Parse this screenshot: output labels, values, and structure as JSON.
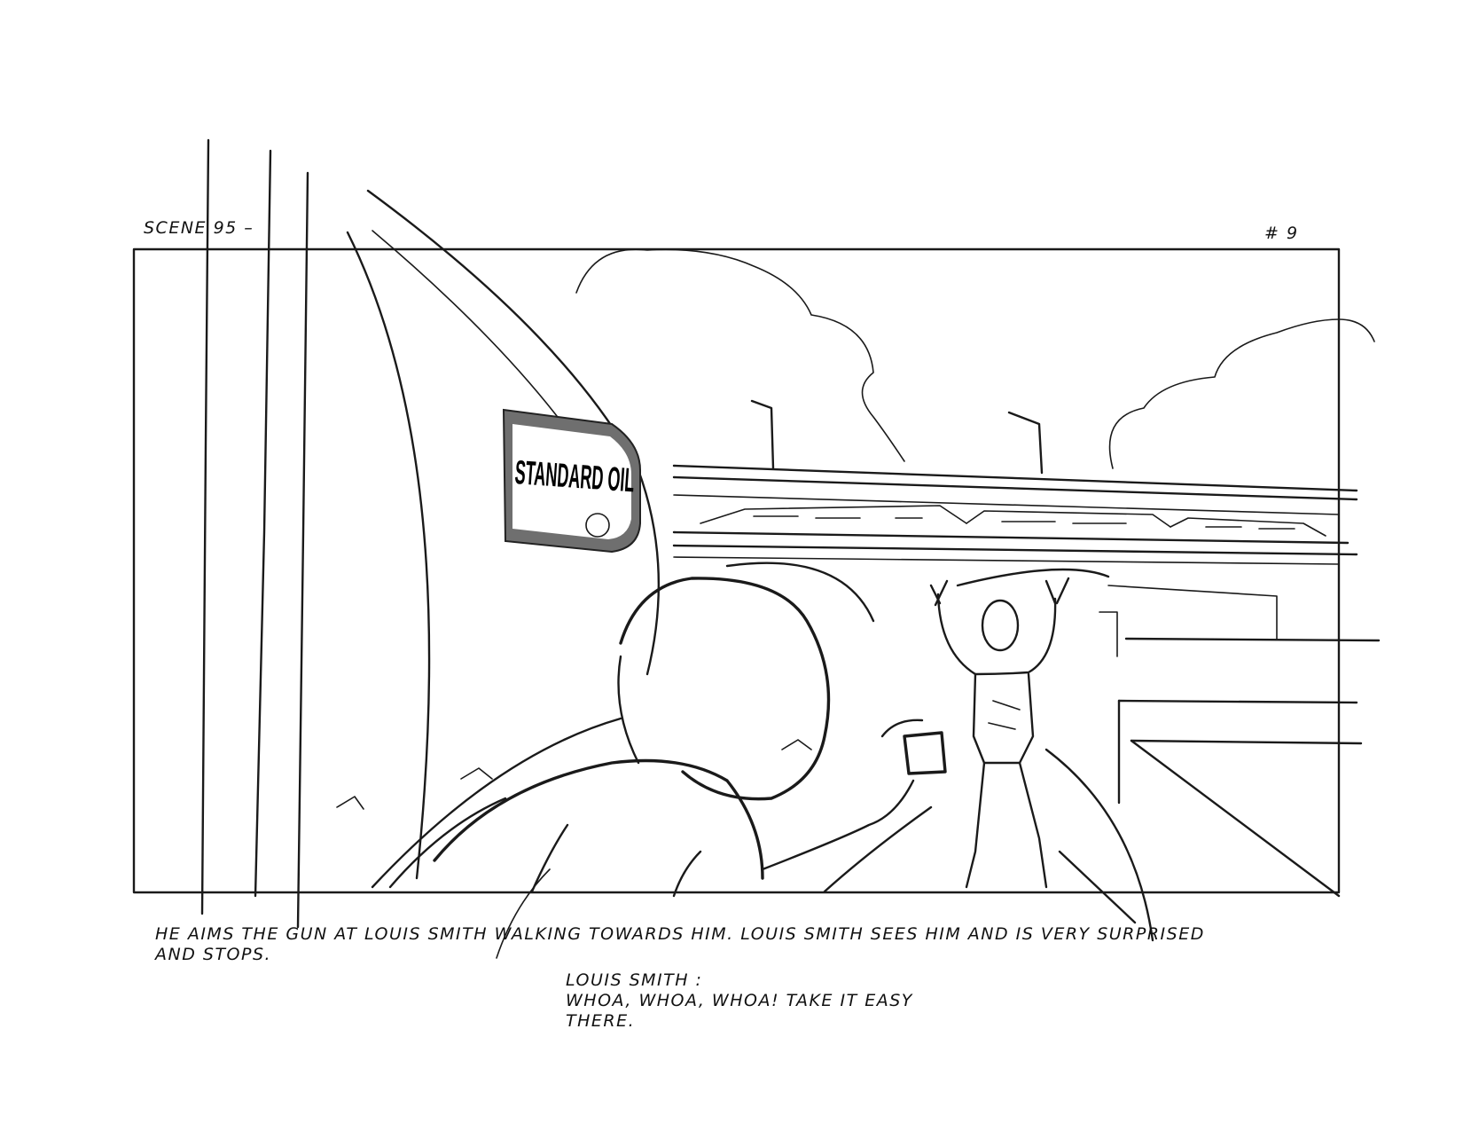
{
  "board": {
    "scene_label": "SCENE 95 –",
    "panel_number": "# 9"
  },
  "panel": {
    "sign_text": "STANDARD OIL"
  },
  "action": {
    "line1": "HE AIMS THE GUN AT LOUIS SMITH WALKING TOWARDS HIM.  LOUIS SMITH SEES HIM AND IS VERY SURPRISED",
    "line2": "AND STOPS."
  },
  "dialogue": {
    "speaker": "LOUIS SMITH :",
    "line1": "WHOA, WHOA, WHOA! TAKE IT EASY",
    "line2": "THERE."
  },
  "colors": {
    "ink": "#111111",
    "paper": "#ffffff",
    "sign_gray": "#6f6f6f"
  }
}
